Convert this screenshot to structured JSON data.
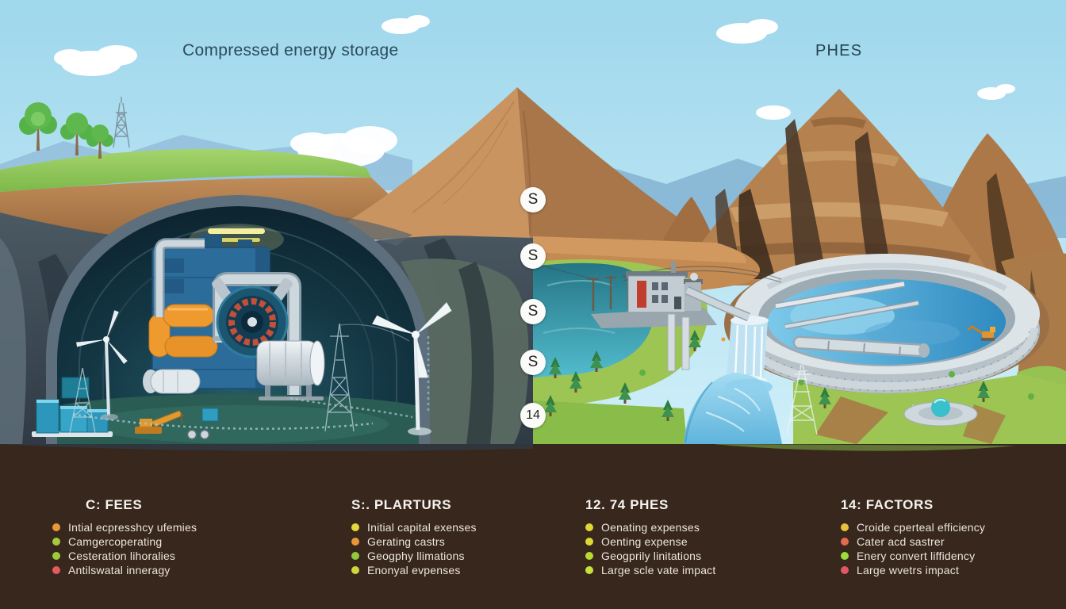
{
  "titles": {
    "left": "Compressed energy storage",
    "right": "PHES"
  },
  "markers": [
    "S",
    "S",
    "S",
    "S",
    "14"
  ],
  "legend": {
    "columns": [
      {
        "header": "C: FEES",
        "items": [
          {
            "color": "#e8973a",
            "text": "Intial ecpresshcy ufemies"
          },
          {
            "color": "#a6c93e",
            "text": "Camgercoperating"
          },
          {
            "color": "#9ccb3a",
            "text": "Cesteration lihoralies"
          },
          {
            "color": "#e25c5c",
            "text": "Antilswatal inneragy"
          }
        ]
      },
      {
        "header": "S:. PLARTURS",
        "items": [
          {
            "color": "#e6d83a",
            "text": "Initial capital exenses"
          },
          {
            "color": "#e8973a",
            "text": "Gerating castrs"
          },
          {
            "color": "#8fcb3a",
            "text": "Geogphy llimations"
          },
          {
            "color": "#cdd83a",
            "text": "Enonyal evpenses"
          }
        ]
      },
      {
        "header": "12. 74 PHES",
        "items": [
          {
            "color": "#ddd832",
            "text": "Oenating expenses"
          },
          {
            "color": "#ddd832",
            "text": "Oenting expense"
          },
          {
            "color": "#b8d832",
            "text": "Geogprily linitations"
          },
          {
            "color": "#c6e23a",
            "text": "Large scle vate impact"
          }
        ]
      },
      {
        "header": "14: FACTORS",
        "items": [
          {
            "color": "#e8c23c",
            "text": "Croide cperteal efficiency"
          },
          {
            "color": "#e26a4e",
            "text": "Cater acd sastrer"
          },
          {
            "color": "#9ade3c",
            "text": "Enery convert liffidency"
          },
          {
            "color": "#e25666",
            "text": "Large wvetrs impact"
          }
        ]
      }
    ]
  },
  "palette": {
    "sky": "#a7ddf0",
    "grass_left": "#8fc45e",
    "slate_rock": "#3b4752",
    "cavern_interior": "#153844",
    "machinery_blue": "#2b6c9a",
    "tank_orange": "#ef9a2e",
    "mound_left": "#c9945f",
    "mound_right": "#a9764a",
    "mountain": "#b5814f",
    "mountain_shadow": "#4c3828",
    "pond_teal": "#3fa8bc",
    "reservoir_water": "#4aa6d6",
    "concrete": "#ccd5da",
    "grass_right": "#9cc553",
    "river": "#7cc6e8",
    "legend_background": "#37271d",
    "title_text": "#2d4b5c",
    "marker_background": "#fbfbf9"
  }
}
